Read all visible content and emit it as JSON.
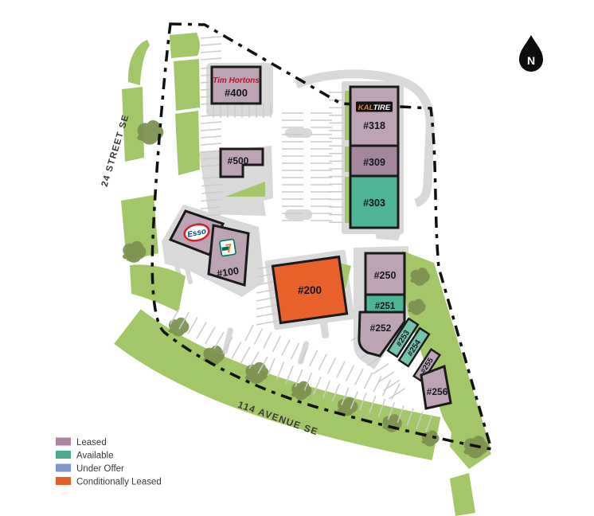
{
  "plan": {
    "north_label": "N",
    "streets": [
      {
        "name": "24 STREET SE"
      },
      {
        "name": "114 AVENUE SE"
      }
    ],
    "legend": {
      "items": [
        {
          "label": "Leased",
          "color": "#a8879e"
        },
        {
          "label": "Available",
          "color": "#4bab90"
        },
        {
          "label": "Under Offer",
          "color": "#7d96ce"
        },
        {
          "label": "Conditionally Leased",
          "color": "#e45f26"
        }
      ]
    },
    "logos": {
      "tim_hortons": "Tim Hortons",
      "esso": "Esso",
      "kal": "KAL",
      "tire": "TIRE",
      "seven": "7"
    },
    "units": [
      {
        "label": "#400",
        "tenant": "Tim Hortons",
        "status": "leased"
      },
      {
        "label": "#500",
        "status": "leased"
      },
      {
        "label": "#318",
        "tenant": "Kal Tire",
        "status": "leased"
      },
      {
        "label": "#309",
        "status": "leased-dark"
      },
      {
        "label": "#303",
        "status": "available"
      },
      {
        "label": "",
        "tenant": "Esso",
        "status": "leased"
      },
      {
        "label": "#100",
        "tenant": "7-Eleven",
        "status": "leased"
      },
      {
        "label": "#200",
        "status": "conditional"
      },
      {
        "label": "#250",
        "status": "leased"
      },
      {
        "label": "#251",
        "status": "available"
      },
      {
        "label": "#252",
        "status": "leased"
      },
      {
        "label": "#253",
        "status": "available-light"
      },
      {
        "label": "#254",
        "status": "available-light"
      },
      {
        "label": "#255",
        "status": "leased"
      },
      {
        "label": "#256",
        "status": "leased"
      }
    ],
    "status_colors": {
      "leased": "#bca4b4",
      "leased-dark": "#a4879c",
      "available": "#4db496",
      "available-light": "#74c3ac",
      "conditional": "#e8612b"
    },
    "colors": {
      "green": "#a3c768",
      "tree": "#7b8f4e",
      "pavement": "#d9d9d9",
      "stall_line": "#cccccc",
      "boundary": "#111111",
      "label_text": "#16161f"
    }
  }
}
